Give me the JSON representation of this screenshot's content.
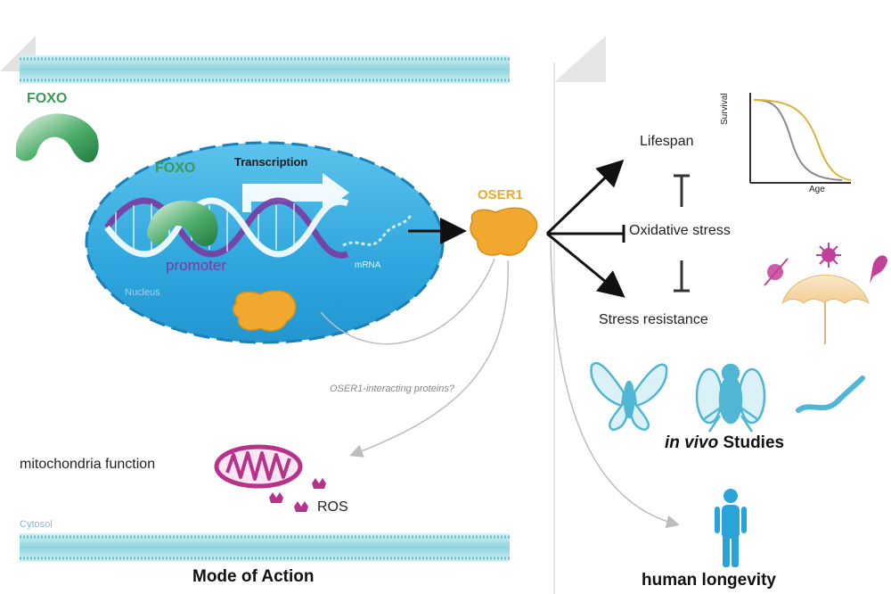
{
  "left_panel": {
    "foxo_outside": "FOXO",
    "foxo_inside": "FOXO",
    "transcription": "Transcription",
    "promoter": "promoter",
    "mrna": "mRNA",
    "nucleus": "Nucleus",
    "oser1": "OSER1",
    "interacting": "OSER1-interacting proteins?",
    "mito": "mitochondria function",
    "ros": "ROS",
    "cytosol": "Cytosol",
    "title": "Mode of Action"
  },
  "right_panel": {
    "lifespan": "Lifespan",
    "oxidative": "Oxidative stress",
    "stress_resistance": "Stress resistance",
    "survival_axis": "Survival",
    "age_axis": "Age",
    "in_vivo_em": "in vivo",
    "in_vivo_rest": " Studies",
    "human": "human longevity"
  },
  "colors": {
    "nucleus_fill": "#2fa6dd",
    "nucleus_border": "#1b7fb8",
    "membrane": "#7ccfd9",
    "oser1": "#f0a92e",
    "foxo_green": "#3b9a5a",
    "promoter_purple": "#7a3aa0",
    "mito_magenta": "#b5338a",
    "animal_blue": "#4fb7d3"
  }
}
